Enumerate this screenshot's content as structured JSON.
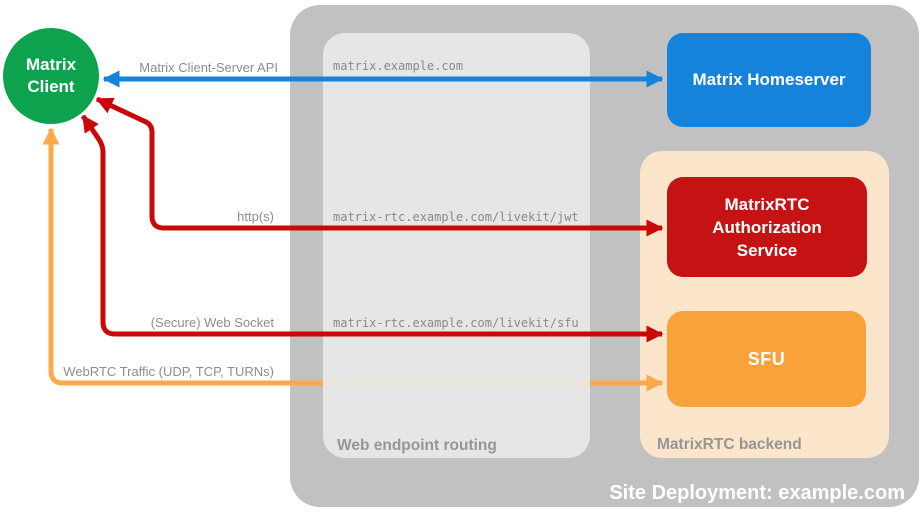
{
  "client": {
    "label": "Matrix Client"
  },
  "homeserver": {
    "label": "Matrix Homeserver"
  },
  "backend": {
    "title": "MatrixRTC backend",
    "auth_service_label": "MatrixRTC Authorization Service",
    "sfu_label": "SFU"
  },
  "routing": {
    "title": "Web endpoint routing",
    "endpoints": [
      "matrix.example.com",
      "matrix-rtc.example.com/livekit/jwt",
      "matrix-rtc.example.com/livekit/sfu"
    ]
  },
  "deployment": {
    "title": "Site Deployment: example.com"
  },
  "connections": [
    {
      "label": "Matrix Client-Server API",
      "from": "Matrix Client",
      "to": "Matrix Homeserver",
      "color": "#1583db",
      "direction": "bidirectional"
    },
    {
      "label": "http(s)",
      "from": "Matrix Client",
      "to": "MatrixRTC Authorization Service",
      "color": "#cb0808",
      "direction": "bidirectional"
    },
    {
      "label": "(Secure) Web Socket",
      "from": "Matrix Client",
      "to": "SFU",
      "color": "#cb0808",
      "direction": "bidirectional"
    },
    {
      "label": "WebRTC Traffic (UDP, TCP, TURNs)",
      "from": "Matrix Client",
      "to": "SFU",
      "color": "#faa94b",
      "direction": "bidirectional"
    }
  ],
  "colors": {
    "client_green": "#0ca24e",
    "homeserver_blue": "#1583db",
    "auth_red": "#c51212",
    "arrow_red": "#cb0808",
    "sfu_orange": "#f9a23a",
    "arrow_orange": "#faa94b",
    "backend_peach": "#fbe5cb",
    "outer_gray": "#c1c1c1",
    "routing_gray": "#e7e7e7"
  }
}
